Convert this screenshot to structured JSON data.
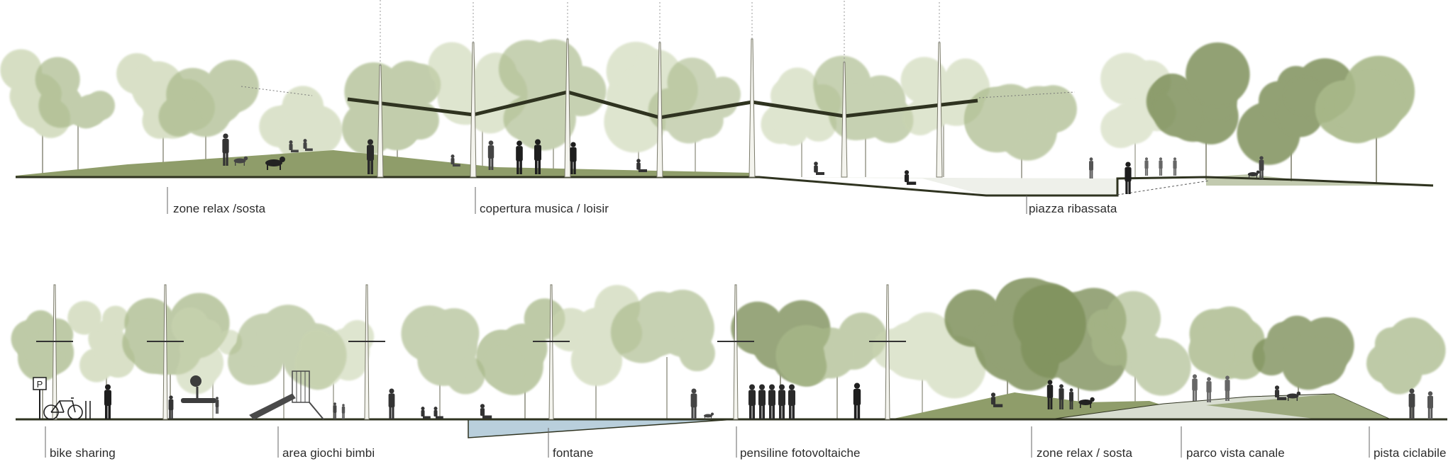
{
  "section_top": {
    "labels": [
      "zone relax /sosta",
      "copertura musica / loisir",
      "piazza ribassata"
    ]
  },
  "section_bottom": {
    "labels": [
      "bike sharing",
      "area giochi bimbi",
      "fontane",
      "pensiline fotovoltaiche",
      "zone relax / sosta",
      "parco vista canale",
      "pista ciclabile"
    ],
    "parking_sign": "P"
  },
  "colors": {
    "tree_light": "#c9d4b0",
    "tree_mid": "#a9b98a",
    "tree_dark": "#7f915c",
    "grass": "#8f9d6a",
    "ground_line": "#2f3320",
    "canopy": "#2f3320",
    "water": "#b9cfdc",
    "silhouette": "#1e1e1e"
  }
}
